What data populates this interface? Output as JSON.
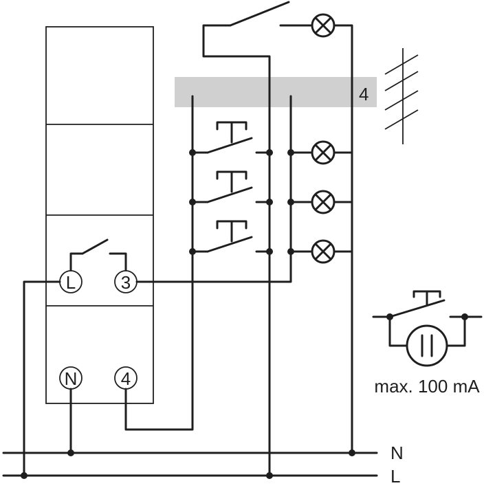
{
  "terminals": {
    "L": "L",
    "three": "3",
    "N": "N",
    "four": "4"
  },
  "bus_count": "4",
  "rail_labels": {
    "N": "N",
    "L": "L"
  },
  "legend": {
    "rating": "max. 100 mA"
  },
  "colors": {
    "wire": "#1e1e1e",
    "bus_band": "#d0d0d0",
    "background": "#ffffff"
  }
}
